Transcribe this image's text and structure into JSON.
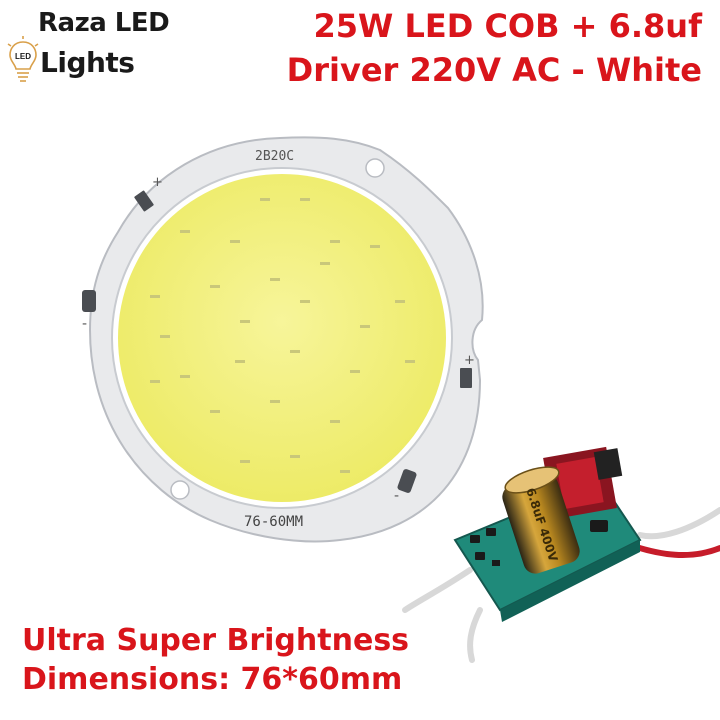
{
  "logo": {
    "line1": "Raza LED",
    "line2": "Lights",
    "bulb_text": "LED"
  },
  "title": {
    "line1": "25W LED COB + 6.8uf",
    "line2": "Driver 220V AC - White"
  },
  "board": {
    "top_marking": "2B20C",
    "bottom_marking": "76-60MM",
    "plus_mark": "+",
    "minus_mark": "-"
  },
  "capacitor": {
    "label": "6.8uF 400V"
  },
  "footer": {
    "line1": "Ultra Super Brightness",
    "line2": "Dimensions: 76*60mm"
  },
  "colors": {
    "accent": "#d9151b",
    "board": "#e9eaec",
    "phosphor": "#f2f07a",
    "pcb": "#1f8a7a"
  }
}
